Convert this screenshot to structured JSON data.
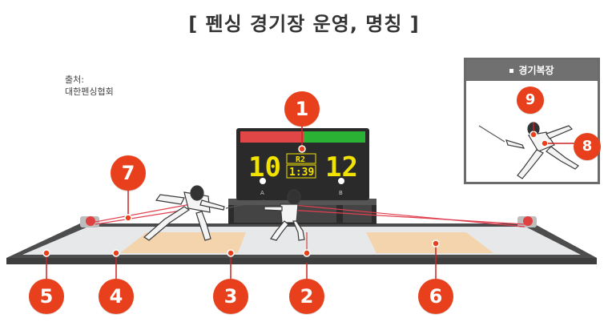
{
  "title": "[ 펜싱 경기장 운영, 명칭 ]",
  "source": {
    "label": "출처:",
    "name": "대한펜싱협회"
  },
  "scoreboard": {
    "score_a": "10",
    "score_b": "12",
    "round": "R2",
    "time": "1:39",
    "side_a": "A",
    "side_b": "B",
    "left_light_color": "#e84a4a",
    "right_light_color": "#2fbf3a"
  },
  "inset": {
    "title": "경기복장"
  },
  "markers": [
    "1",
    "2",
    "3",
    "4",
    "5",
    "6",
    "7",
    "8",
    "9"
  ],
  "colors": {
    "badge": "#e8401c",
    "piste": "#e9ebec",
    "zone": "#f3d5b0",
    "frame": "#4a4a4a"
  }
}
